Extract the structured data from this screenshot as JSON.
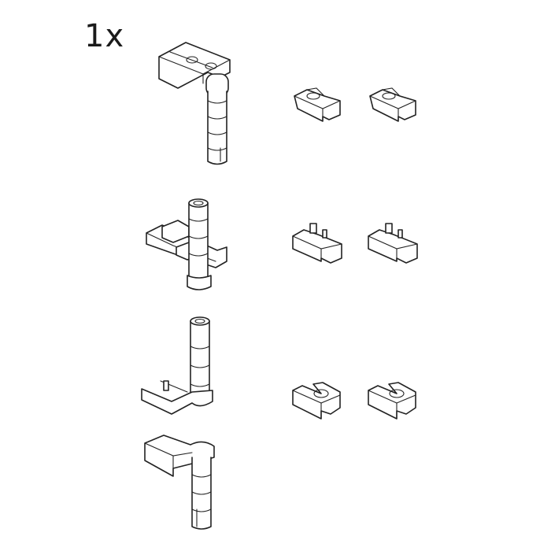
{
  "quantity_label": "1x",
  "parts": [
    {
      "id": "hinge-top-l-bracket",
      "type": "hinge pin with top bracket"
    },
    {
      "id": "clip-1",
      "type": "clip"
    },
    {
      "id": "clip-2",
      "type": "clip"
    },
    {
      "id": "hinge-mid-base",
      "type": "hinge pin with base plate"
    },
    {
      "id": "clip-3",
      "type": "clip with tabs"
    },
    {
      "id": "clip-4",
      "type": "clip with tabs"
    },
    {
      "id": "hinge-lower-up",
      "type": "hinge pin with side clip (up)"
    },
    {
      "id": "hinge-lower-down",
      "type": "hinge pin with side clip (down)"
    },
    {
      "id": "clip-5",
      "type": "clip open"
    },
    {
      "id": "clip-6",
      "type": "clip open"
    }
  ],
  "colors": {
    "line": "#222222",
    "background": "#ffffff"
  }
}
